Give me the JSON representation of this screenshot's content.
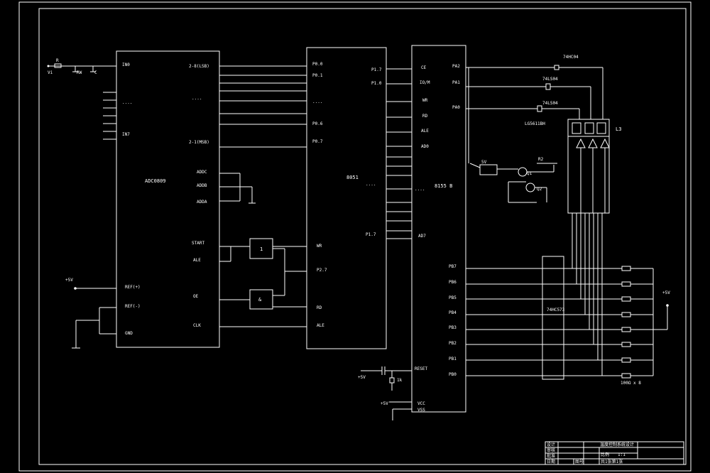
{
  "input": {
    "r": "R",
    "vi": "Vi",
    "rw": "RW",
    "c": "C"
  },
  "adc": {
    "name": "ADC0809",
    "in0": "IN0",
    "in7": "IN7",
    "dots": "....",
    "d_top": "2-8(LSB)",
    "d_dots": "....",
    "d_bot": "2-1(MSB)",
    "addc": "ADDC",
    "addb": "ADDB",
    "adda": "ADDA",
    "start": "START",
    "ale": "ALE",
    "refp": "REF(+)",
    "refn": "REF(-)",
    "gnd": "GND",
    "oe": "OE",
    "clk": "CLK"
  },
  "mcu": {
    "name": "8051",
    "p00": "P0.0",
    "p01": "P0.1",
    "dots1": "....",
    "p06": "P0.6",
    "p07": "P0.7",
    "p17": "P1.7",
    "p10": "P1.0",
    "p27": "P2.7",
    "wr": "WR",
    "rd": "RD",
    "ale": "ALE",
    "dots2": "....",
    "p17b": "P1.7"
  },
  "i8155": {
    "name": "8155 B",
    "ce": "CE",
    "iom": "IO/M",
    "wr": "WR",
    "rd": "RD",
    "ale": "ALE",
    "ad0": "AD0",
    "dots": "....",
    "ad7": "AD7",
    "pa2": "PA2",
    "pa1": "PA1",
    "pa0": "PA0",
    "pb7": "PB7",
    "pb6": "PB6",
    "pb5": "PB5",
    "pb4": "PB4",
    "pb3": "PB3",
    "pb2": "PB2",
    "pb1": "PB1",
    "pb0": "PB0",
    "reset": "RESET",
    "vcc": "VCC",
    "vss": "VSS"
  },
  "gates": {
    "g1": "1",
    "g2": "&"
  },
  "display": {
    "buf1": "74HC04",
    "buf2": "74LS04",
    "buf3": "74LS04",
    "driver": "LG5611BH",
    "label": "L3",
    "chip": "74HC573"
  },
  "relay": {
    "r1": "5V",
    "q1": "Q1",
    "r2": "R2",
    "q2": "Q2"
  },
  "power": {
    "p5v_left": "+5V",
    "p5v_mid": "+5V",
    "p5v_right": "+5V",
    "p5v_vcc": "+5V",
    "r1k": "1k",
    "res_label": "100Ω x 8"
  },
  "titleblock": {
    "design": "设计",
    "check": "审核",
    "approve": "批准",
    "date": "日期",
    "project": "温度控制系统设计",
    "scale": "比例",
    "scale_val": "1:1",
    "sheet": "共1张第1张",
    "num": "图号"
  }
}
